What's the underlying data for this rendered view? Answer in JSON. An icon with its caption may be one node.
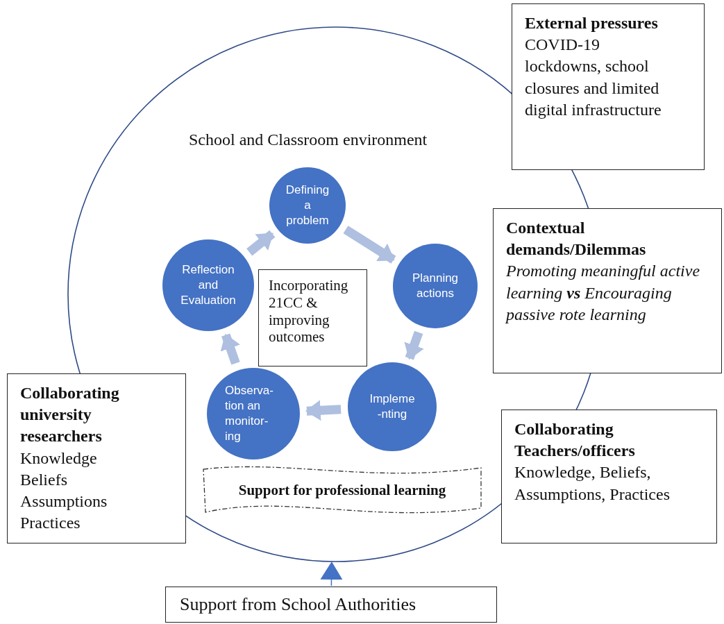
{
  "diagram": {
    "nodes": [
      {
        "text": [
          "School and Classroom environment"
        ]
      },
      {
        "text": [
          "Defining a problem"
        ],
        "in": 0
      },
      {
        "text": [
          "Planning actions"
        ],
        "in": 0
      },
      {
        "text": [
          "Impleme -nting"
        ],
        "in": 0
      },
      {
        "text": [
          "Observa- tion an monitor- ing"
        ],
        "in": 0
      },
      {
        "text": [
          "Reflection and Evaluation"
        ],
        "in": 0
      },
      {
        "text": [
          "Incorporating 21CC & improving outcomes"
        ],
        "in": 0
      },
      {
        "text": [
          "Support for professional learning"
        ],
        "in": 0
      },
      {
        "text": [
          "External pressures",
          "COVID-19 lockdowns, school closures and limited digital infrastructure"
        ]
      },
      {
        "text": [
          "Contextual demands/Dilemmas",
          "Promoting meaningful active learning **vs** Encouraging passive rote learning"
        ]
      },
      {
        "text": [
          "Collaborating university researchers",
          "Knowledge Beliefs Assumptions Practices"
        ]
      },
      {
        "text": [
          "Collaborating Teachers/officers",
          "Knowledge, Beliefs, Assumptions, Practices"
        ]
      },
      {
        "text": [
          "Support from School Authorities"
        ]
      }
    ],
    "edges": [
      {
        "from": 1,
        "to": 2,
        "arrow": "to"
      },
      {
        "from": 2,
        "to": 3,
        "arrow": "to"
      },
      {
        "from": 3,
        "to": 4,
        "arrow": "to"
      },
      {
        "from": 4,
        "to": 5,
        "arrow": "to"
      },
      {
        "from": 5,
        "to": 1,
        "arrow": "to"
      },
      {
        "from": 12,
        "to": 0,
        "arrow": "to",
        "color": "#4472c4"
      }
    ]
  }
}
